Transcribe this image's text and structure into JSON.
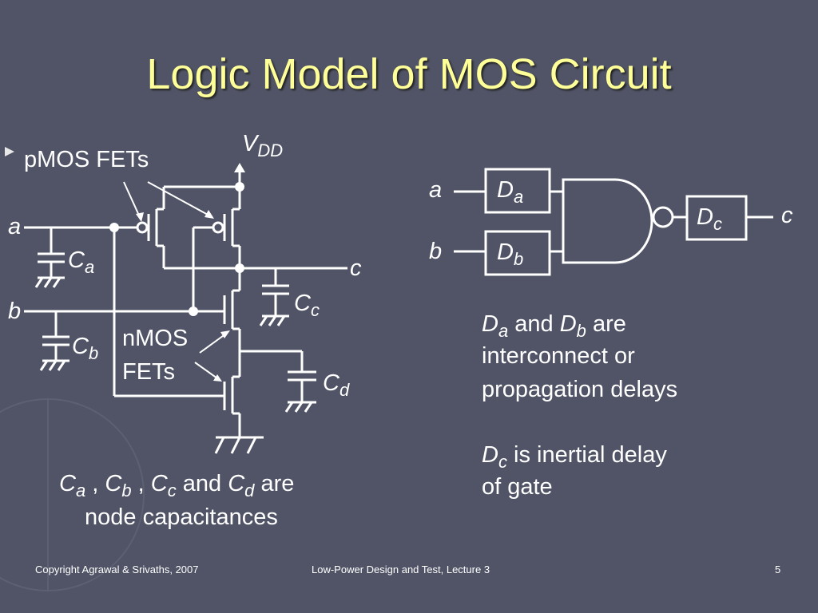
{
  "slide": {
    "title": "Logic Model of MOS Circuit",
    "footer_left": "Copyright Agrawal & Srivaths, 2007",
    "footer_center": "Low-Power Design and Test, Lecture 3",
    "page_number": "5"
  },
  "circuit": {
    "vdd_main": "V",
    "vdd_sub": "DD",
    "pmos_label": "pMOS FETs",
    "nmos_label_line1": "nMOS",
    "nmos_label_line2": "FETs",
    "input_a": "a",
    "input_b": "b",
    "output_c": "c",
    "cap_main": "C",
    "cap_a_sub": "a",
    "cap_b_sub": "b",
    "cap_c_sub": "c",
    "cap_d_sub": "d"
  },
  "gate_model": {
    "input_a": "a",
    "input_b": "b",
    "output_c": "c",
    "delay_main": "D",
    "delay_a_sub": "a",
    "delay_b_sub": "b",
    "delay_c_sub": "c"
  },
  "caption_left": {
    "sep1": " , ",
    "sep2": " , ",
    "and": " and ",
    "are": " are",
    "line2": "node capacitances"
  },
  "caption_right": {
    "and": " and ",
    "are": " are",
    "line2": "interconnect or",
    "line3": "propagation delays",
    "dc_text": " is inertial delay",
    "dc_line2": "of gate"
  },
  "colors": {
    "background": "#505466",
    "title": "#ffff99",
    "lines": "#ffffff"
  }
}
